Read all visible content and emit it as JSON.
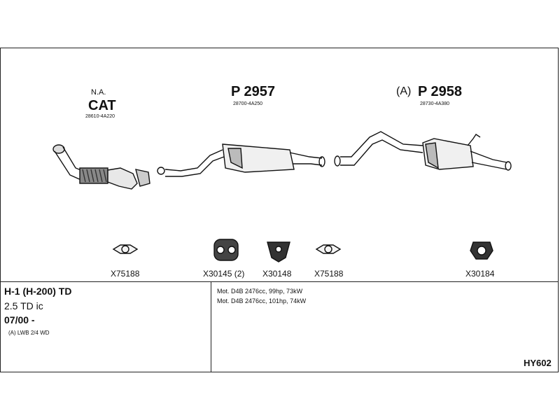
{
  "sections": {
    "cat": {
      "line1": "N.A.",
      "line2": "CAT",
      "oem": "28610-4A220"
    },
    "mid": {
      "part": "P 2957",
      "oem": "28700-4A250"
    },
    "rear": {
      "prefix": "(A)",
      "part": "P 2958",
      "oem": "28730-4A380"
    }
  },
  "fittings": [
    {
      "code": "X75188",
      "icon": "flange-gasket-icon"
    },
    {
      "code": "X30145 (2)",
      "icon": "rubber-hanger-icon"
    },
    {
      "code": "X30148",
      "icon": "rubber-mount-icon"
    },
    {
      "code": "X75188",
      "icon": "flange-gasket-icon"
    },
    {
      "code": "X30184",
      "icon": "rubber-ring-icon"
    }
  ],
  "vehicle": {
    "model": "H-1 (H-200) TD",
    "engine": "2.5 TD ic",
    "date": "07/00 -",
    "note": "(A) LWB 2/4 WD"
  },
  "motors": [
    "Mot. D4B 2476cc, 99hp, 73kW",
    "Mot. D4B 2476cc, 101hp, 74kW"
  ],
  "diagram_code": "HY602"
}
